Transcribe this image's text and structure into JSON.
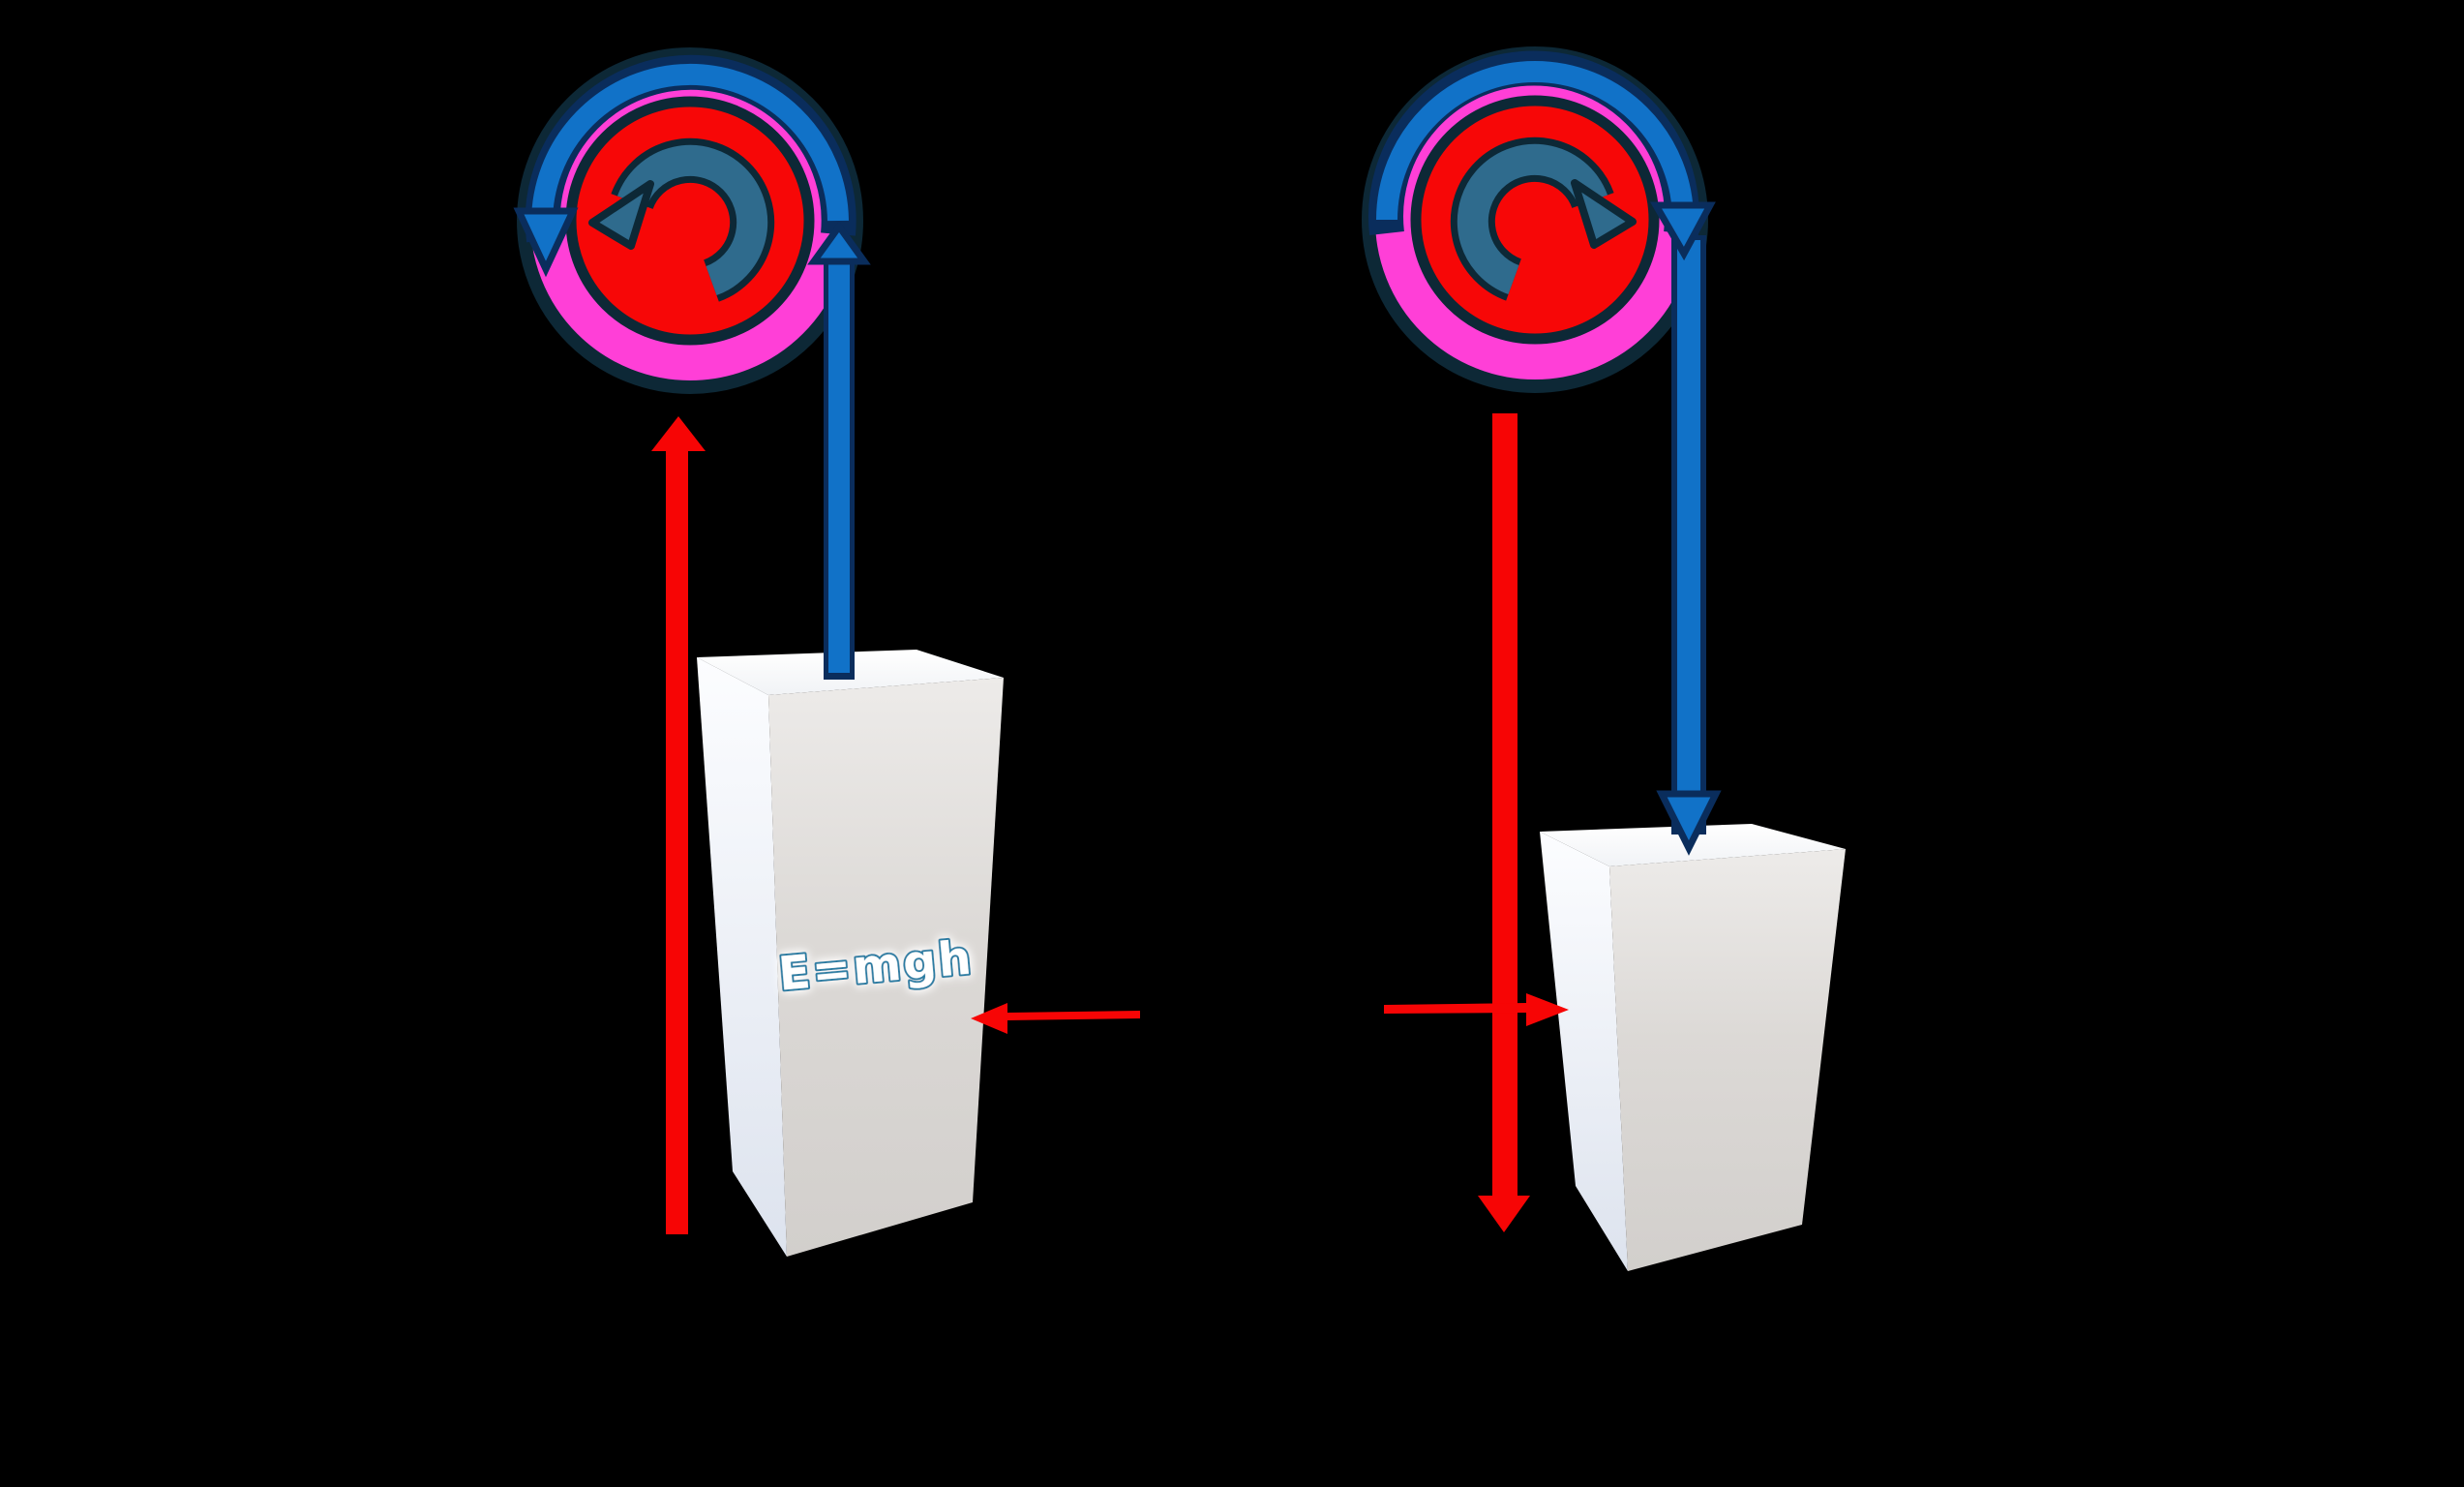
{
  "diagram": {
    "title": "pulley-potential-energy-diagram",
    "background": "#000000",
    "colors": {
      "pulley_pink": "#ff3fd7",
      "pulley_red": "#f70707",
      "outline_dark": "#0d2836",
      "belt_blue": "#1172c8",
      "belt_outline": "#0a2d5c",
      "rotation_teal": "#2f6b8d",
      "force_red": "#f70505",
      "label_outline": "#2a7ca2",
      "label_fill": "#ffffff"
    },
    "left_system": {
      "label": "E=mgh",
      "pulley_rotation": "counterclockwise",
      "rope_arrow_direction": "up",
      "force_arrow_direction": "up",
      "side_arrow_direction": "left"
    },
    "right_system": {
      "pulley_rotation": "clockwise",
      "rope_arrow_direction": "down",
      "force_arrow_direction": "down",
      "side_arrow_direction": "right"
    }
  }
}
